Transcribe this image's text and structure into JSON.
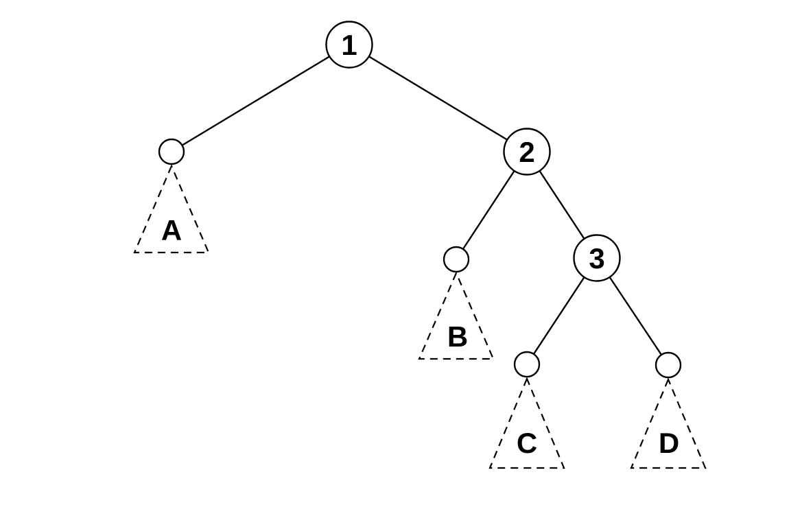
{
  "diagram": {
    "type": "binary-tree",
    "background_color": "#ffffff",
    "stroke_color": "#000000",
    "internal_nodes": {
      "n1": {
        "label": "1"
      },
      "n2": {
        "label": "2"
      },
      "n3": {
        "label": "3"
      }
    },
    "leaf_nodes": [
      "leaf-a",
      "leaf-b",
      "leaf-c",
      "leaf-d"
    ],
    "subtrees": {
      "a": {
        "label": "A"
      },
      "b": {
        "label": "B"
      },
      "c": {
        "label": "C"
      },
      "d": {
        "label": "D"
      }
    },
    "edges": [
      [
        "n1",
        "leaf-a"
      ],
      [
        "n1",
        "n2"
      ],
      [
        "n2",
        "leaf-b"
      ],
      [
        "n2",
        "n3"
      ],
      [
        "n3",
        "leaf-c"
      ],
      [
        "n3",
        "leaf-d"
      ]
    ],
    "structure_note": "node 1 root; left child leads to subtree A; right child node 2; node 2 left child leads to subtree B, right child node 3; node 3 left child leads to subtree C, right child leads to subtree D"
  }
}
